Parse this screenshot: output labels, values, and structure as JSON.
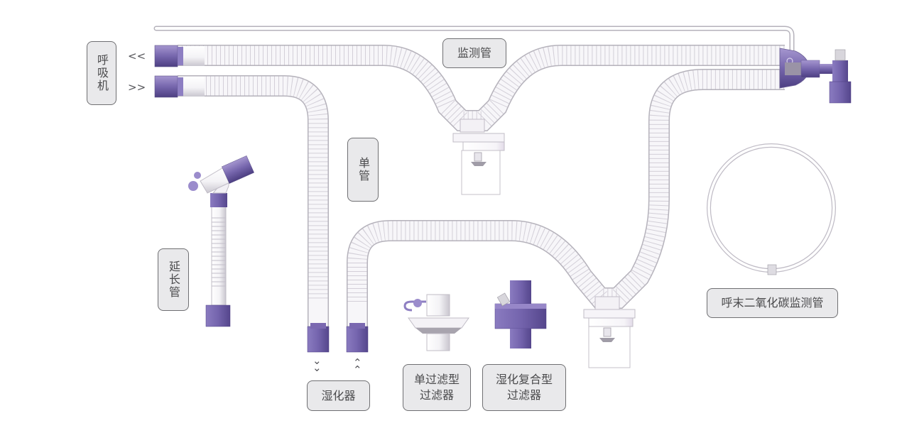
{
  "colors": {
    "accent_purple": "#7a68b0",
    "accent_purple_dark": "#5a4a8f",
    "accent_purple_light": "#b3a4d6",
    "tube_white": "#f7f7f9",
    "tube_stroke": "#b9b6c0",
    "label_bg": "#e9e9eb",
    "label_border": "#6f6f72",
    "label_text": "#4a4a4c"
  },
  "labels": {
    "ventilator": "呼吸机",
    "monitoring_tube": "监测管",
    "single_tube": "单管",
    "extension_tube": "延长管",
    "humidifier": "湿化器",
    "single_filter": [
      "单过滤型",
      "过滤器"
    ],
    "hme_filter": [
      "湿化复合型",
      "过滤器"
    ],
    "etco2_tube": "呼末二氧化碳监测管"
  },
  "arrows": {
    "ventilator_out": "<<",
    "ventilator_in": ">>",
    "humidifier_down": "⌄⌄",
    "humidifier_up": "⌃⌃"
  },
  "components": [
    {
      "id": "breathing-circuit",
      "name": "breathing circuit"
    },
    {
      "id": "water-trap-upper",
      "name": "water trap"
    },
    {
      "id": "water-trap-lower",
      "name": "water trap"
    },
    {
      "id": "patient-wye",
      "name": "patient connector"
    },
    {
      "id": "extension-tube",
      "name": "extension tube"
    },
    {
      "id": "single-filter",
      "name": "single filter"
    },
    {
      "id": "hme-filter",
      "name": "HME filter"
    },
    {
      "id": "etco2-loop",
      "name": "EtCO2 sampling line"
    }
  ]
}
